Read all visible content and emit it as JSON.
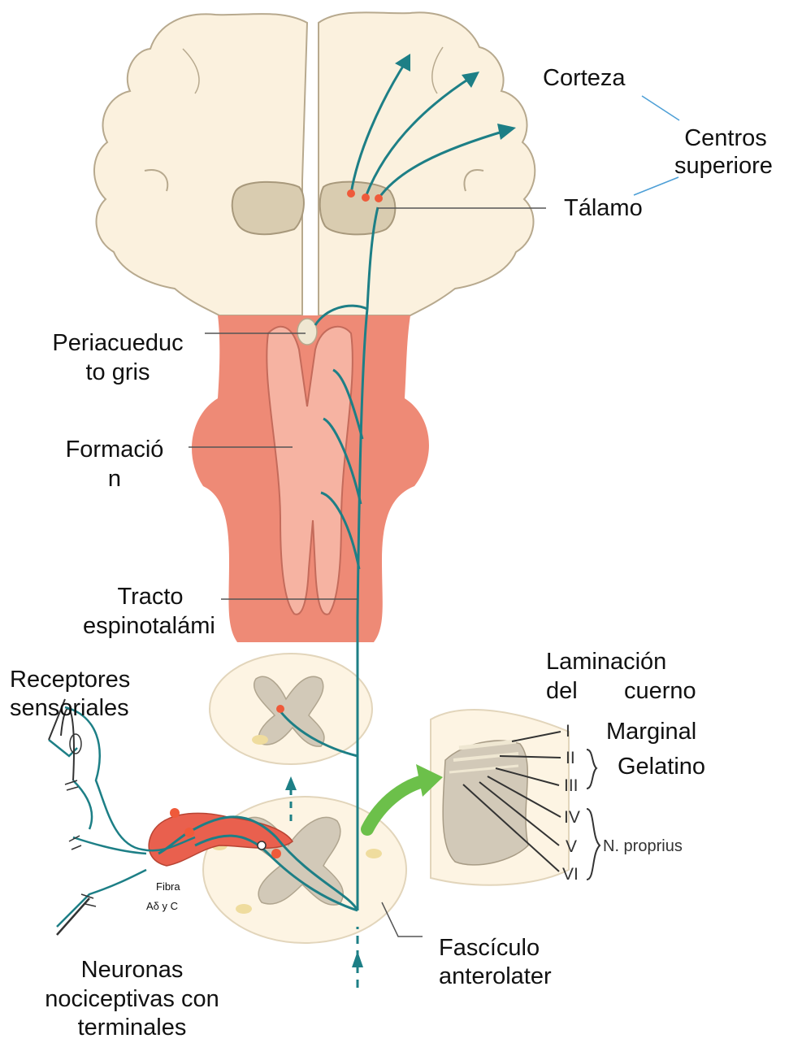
{
  "labels": {
    "corteza": "Corteza",
    "centros_line1": "Centros",
    "centros_line2": "superiore",
    "talamo": "Tálamo",
    "periacueducto_line1": "Periacueduc",
    "periacueducto_line2": "to gris",
    "formacion_line1": "Formació",
    "formacion_line2": "n",
    "tracto_line1": "Tracto",
    "tracto_line2": "espinotalámi",
    "receptores_line1": "Receptores",
    "receptores_line2": "sensoriales",
    "laminacion_line1": "Laminación",
    "laminacion_line2_a": "del",
    "laminacion_line2_b": "cuerno",
    "marginal": "Marginal",
    "gelatino": "Gelatino",
    "fibra_line1": "Fibra",
    "fibra_line2": "Aδ y C",
    "fasciculo_line1": "Fascículo",
    "fasciculo_line2": "anterolater",
    "neuronas_line1": "Neuronas",
    "neuronas_line2": "nociceptivas con",
    "neuronas_line3": "terminales"
  },
  "laminae": [
    "I",
    "II",
    "III",
    "IV",
    "V",
    "VI"
  ],
  "proprius_label": "N. proprius",
  "colors": {
    "brain": "#fbf1de",
    "brain_outline": "#b7a98e",
    "thalamus": "#d9ccb0",
    "brainstem": "#ee8a76",
    "brainstem_light": "#f6b3a2",
    "spinal_white": "#fdf4e3",
    "spinal_gray": "#d2c9b8",
    "fiber": "#1d7f86",
    "synapse": "#ef5a3a",
    "ganglion": "#e9604e",
    "arrow_green": "#6cc04a",
    "leader_line": "#555555",
    "blue_line": "#4d9fd6"
  }
}
